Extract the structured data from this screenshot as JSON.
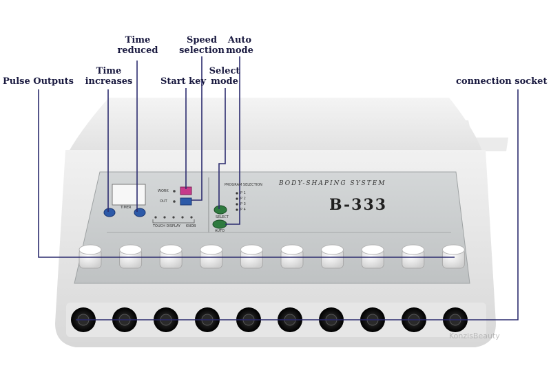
{
  "callouts": {
    "pulse_outputs": "Pulse Outputs",
    "time_increases_1": "Time",
    "time_increases_2": "increases",
    "time_reduced_1": "Time",
    "time_reduced_2": "reduced",
    "start_key": "Start key",
    "speed_selection_1": "Speed",
    "speed_selection_2": "selection",
    "select_mode_1": "Select",
    "select_mode_2": "mode",
    "auto_mode_1": "Auto",
    "auto_mode_2": "mode",
    "connection_socket": "connection socket"
  },
  "panel": {
    "brand_text": "BODY-SHAPING SYSTEM",
    "model": "B-333",
    "timer_label": "TIMER",
    "work_label": "WORK",
    "output_label": "OUT",
    "program_selection": "PROGRAM SELECTION",
    "select_label": "SELECT",
    "auto_label": "AUTO",
    "p1": "P 1",
    "p2": "P 2",
    "p3": "P 3",
    "p4": "P 4",
    "sub_left": "TOUCH DISPLAY",
    "sub_right": "KNOB"
  },
  "watermark": "KonzisBeauty",
  "colors": {
    "callout_line": "#2b2b6e",
    "button_blue": "#2d5aa8",
    "button_green": "#2e7a3e",
    "start_pink": "#c63a8a",
    "panel": "#c9cccd",
    "body": "#efefef"
  }
}
